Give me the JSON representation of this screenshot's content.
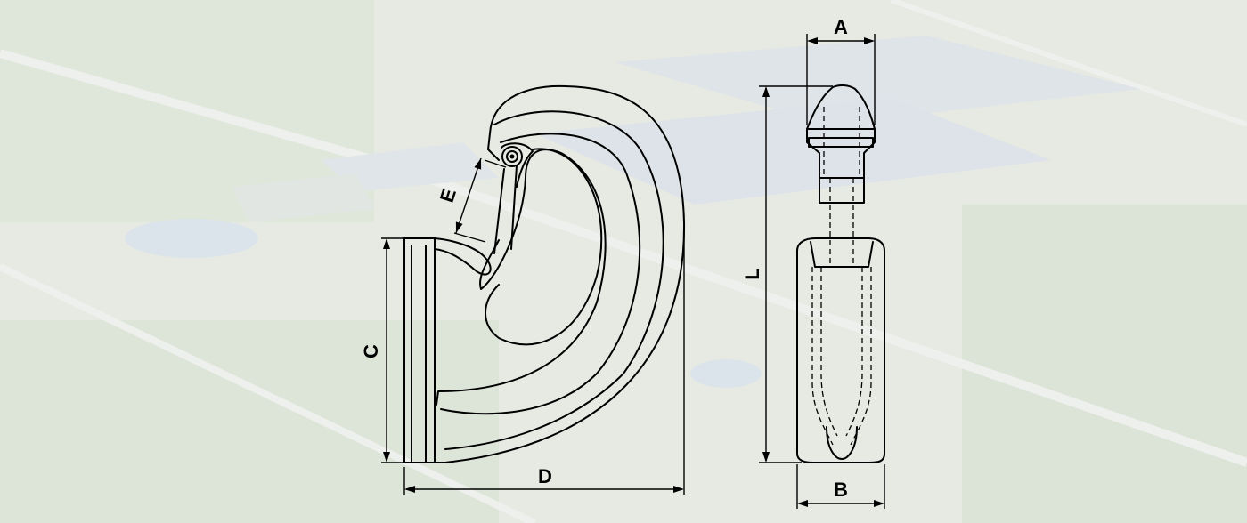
{
  "figure": {
    "colors": {
      "background": "#e7ebe4",
      "line": "#000000"
    },
    "labels": {
      "A": "A",
      "B": "B",
      "C": "C",
      "D": "D",
      "E": "E",
      "L": "L"
    }
  }
}
